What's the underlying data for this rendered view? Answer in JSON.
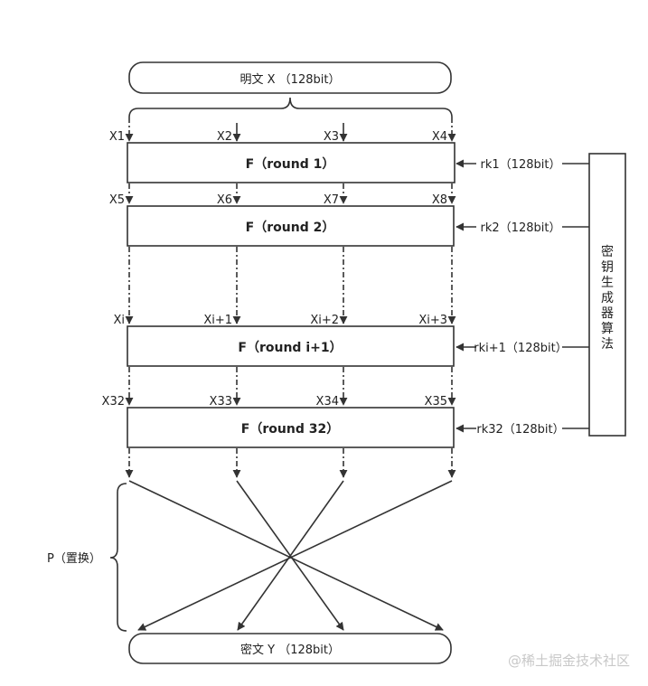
{
  "plaintext": "明文 X （128bit）",
  "ciphertext": "密文 Y （128bit）",
  "key_generator": "密钥生成器算法",
  "permutation": "P（置换）",
  "watermark": "@稀土掘金技术社区",
  "rounds": [
    {
      "label": "F（round 1）",
      "inputs": [
        "X1",
        "X2",
        "X3",
        "X4"
      ],
      "key": "rk1（128bit）"
    },
    {
      "label": "F（round 2）",
      "inputs": [
        "X5",
        "X6",
        "X7",
        "X8"
      ],
      "key": "rk2（128bit）"
    },
    {
      "label": "F（round i+1）",
      "inputs": [
        "Xi",
        "Xi+1",
        "Xi+2",
        "Xi+3"
      ],
      "key": "rki+1（128bit）"
    },
    {
      "label": "F（round 32）",
      "inputs": [
        "X32",
        "X33",
        "X34",
        "X35"
      ],
      "key": "rk32（128bit）"
    }
  ]
}
